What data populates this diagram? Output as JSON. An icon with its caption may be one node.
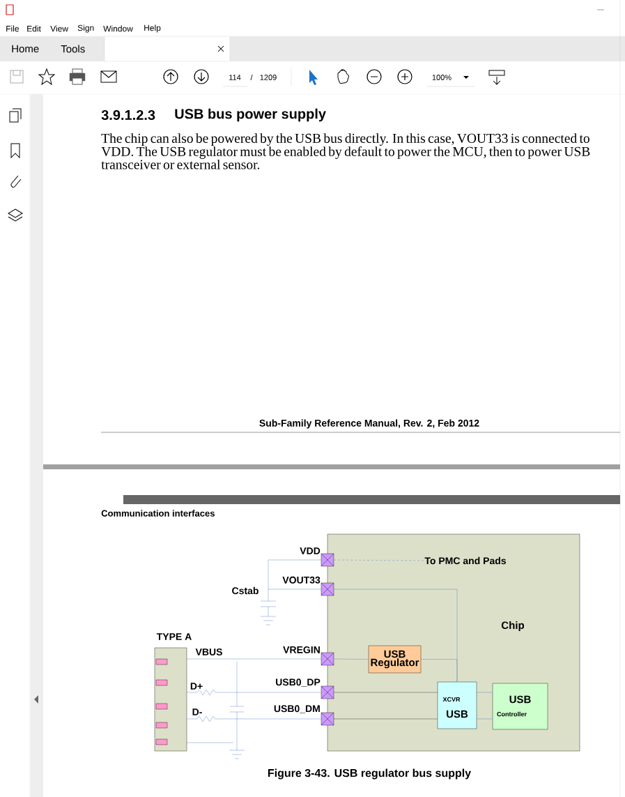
{
  "diagram": {
    "caption": "Figure 3-43. USB regulator bus supply",
    "nodes": [
      {
        "text": [
          "Chip"
        ]
      },
      {
        "text": [
          "USB Regulator"
        ],
        "in": 0
      },
      {
        "text": [
          "XCVR",
          "USB"
        ],
        "in": 0
      },
      {
        "text": [
          "USB",
          "Controller"
        ],
        "in": 0
      },
      {
        "text": [
          "TYPE A"
        ]
      },
      {
        "text": [
          "VDD"
        ]
      },
      {
        "text": [
          "VOUT33"
        ]
      },
      {
        "text": [
          "VREGIN"
        ]
      },
      {
        "text": [
          "USB0_DP"
        ]
      },
      {
        "text": [
          "USB0_DM"
        ]
      },
      {
        "text": [
          "To PMC and Pads"
        ],
        "in": 0
      }
    ],
    "edges": [
      {
        "from": 5,
        "to": 10,
        "arrow": "none",
        "style": "dashed"
      },
      {
        "from": 5,
        "to": 6,
        "arrow": "none"
      },
      {
        "from": 6,
        "to": 2,
        "arrow": "none"
      },
      {
        "from": 1,
        "to": 2,
        "arrow": "none"
      },
      {
        "from": 7,
        "to": 1,
        "arrow": "none"
      },
      {
        "from": 4,
        "to": 7,
        "arrow": "none",
        "label": "VBUS"
      },
      {
        "from": 4,
        "to": 8,
        "arrow": "none",
        "label": "D+"
      },
      {
        "from": 4,
        "to": 9,
        "arrow": "none",
        "label": "D-"
      },
      {
        "from": 8,
        "to": 2,
        "arrow": "none",
        "color": "#222222"
      },
      {
        "from": 9,
        "to": 2,
        "arrow": "none",
        "color": "#222222"
      },
      {
        "from": 2,
        "to": 3,
        "arrow": "none"
      },
      {
        "from": 2,
        "to": 3,
        "arrow": "none"
      }
    ],
    "labels": [
      "File",
      "Edit",
      "View",
      "Sign",
      "Window",
      "Help",
      "Home",
      "Tools",
      "114",
      "/",
      "1209",
      "100%",
      "3.9.1.2.3",
      "USB bus power supply",
      "The chip can also be powered by the USB bus directly. In this case, VOUT33 is connected to VDD. The USB regulator must be enabled by default to power the MCU, then to power USB transceiver or external sensor.",
      "Sub-Family Reference Manual, Rev. 2, Feb 2012",
      "Communication interfaces",
      "Cstab"
    ]
  }
}
